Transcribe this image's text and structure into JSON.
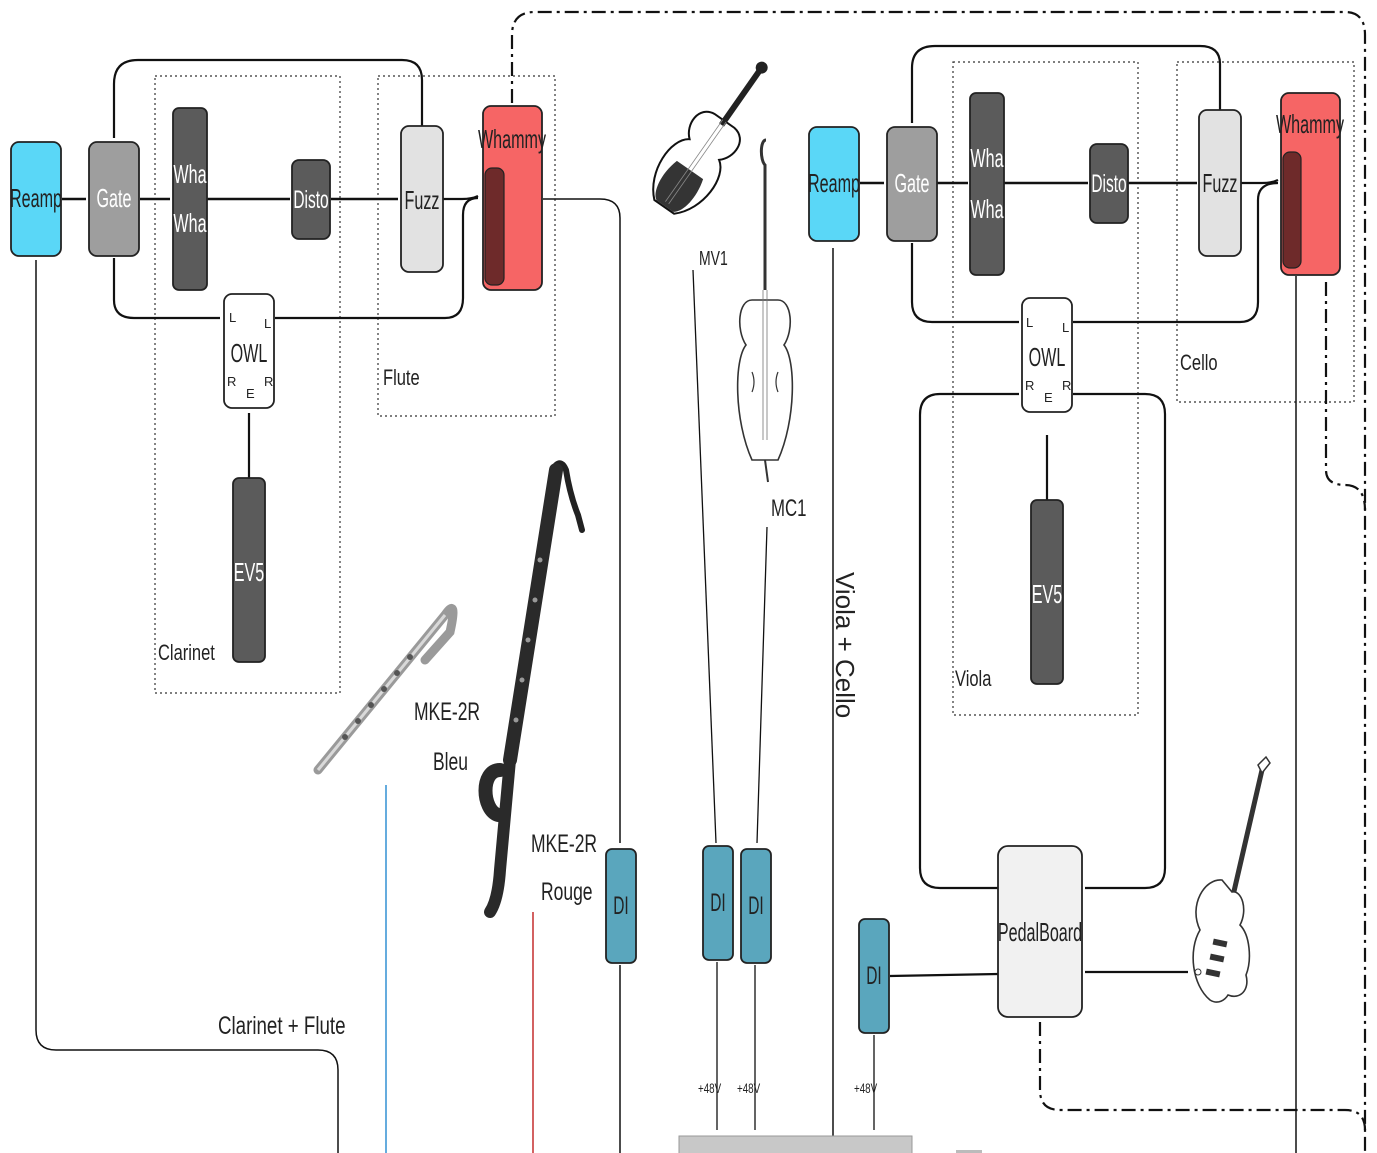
{
  "colors": {
    "reamp": "#5ad7f7",
    "gate": "#9e9e9e",
    "dark_pedal": "#5b5b5b",
    "fuzz": "#e2e2e2",
    "whammy": "#f66565",
    "whammy_inner": "#6e2a2a",
    "owl": "#ffffff",
    "di": "#5aa6bd",
    "pedalboard": "#f1f1f1",
    "console": "#c8c8c8",
    "blue_cable": "#3f97d6",
    "red_cable": "#c83a3a"
  },
  "left_chain": {
    "reamp": "Reamp",
    "gate": "Gate",
    "wha_line1": "Wha",
    "wha_line2": "Wha",
    "disto": "Disto",
    "fuzz": "Fuzz",
    "whammy": "Whammy",
    "owl": "OWL",
    "owl_l": "L",
    "owl_r": "R",
    "owl_e": "E",
    "ev5": "EV5",
    "group_clarinet": "Clarinet",
    "group_flute": "Flute"
  },
  "right_chain": {
    "reamp": "Reamp",
    "gate": "Gate",
    "wha_line1": "Wha",
    "wha_line2": "Wha",
    "disto": "Disto",
    "fuzz": "Fuzz",
    "whammy": "Whammy",
    "owl": "OWL",
    "owl_l": "L",
    "owl_r": "R",
    "owl_e": "E",
    "ev5": "EV5",
    "group_viola": "Viola",
    "group_cello": "Cello"
  },
  "mics": {
    "mv1": "MV1",
    "mc1": "MC1",
    "mke_bleu_line1": "MKE-2R",
    "mke_bleu_line2": "Bleu",
    "mke_rouge_line1": "MKE-2R",
    "mke_rouge_line2": "Rouge"
  },
  "di_boxes": [
    "DI",
    "DI",
    "DI",
    "DI"
  ],
  "phantom": [
    "+48V",
    "+48V",
    "+48V"
  ],
  "pedalboard": "PedalBoard",
  "bus_labels": {
    "clarinet_flute": "Clarinet + Flute",
    "viola_cello": "Viola + Cello"
  },
  "icons": [
    "violin-icon",
    "cello-icon",
    "flute-icon",
    "bass-clarinet-icon",
    "electric-guitar-icon"
  ]
}
